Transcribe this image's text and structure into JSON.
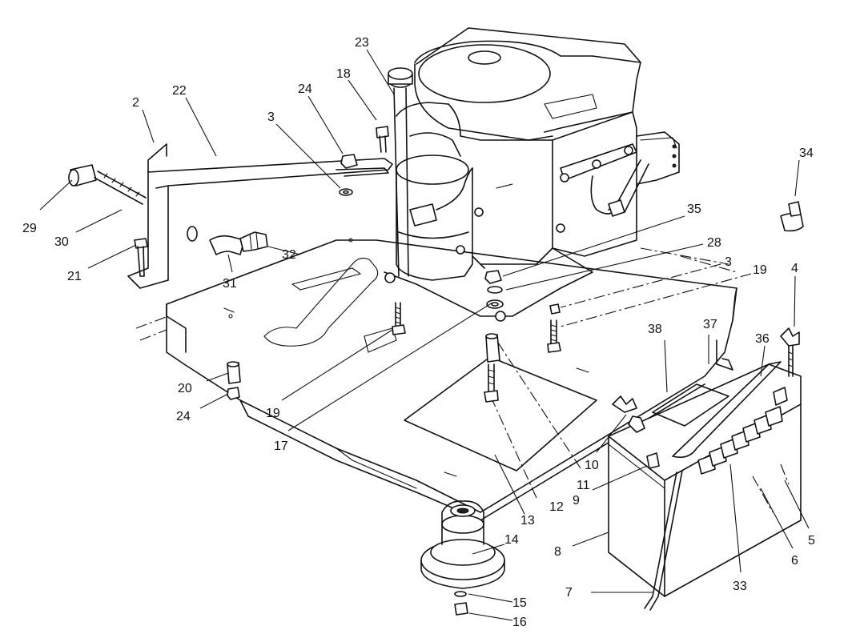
{
  "callouts": [
    {
      "id": "c2",
      "label": "2"
    },
    {
      "id": "c22",
      "label": "22"
    },
    {
      "id": "c3a",
      "label": "3"
    },
    {
      "id": "c24a",
      "label": "24"
    },
    {
      "id": "c18",
      "label": "18"
    },
    {
      "id": "c23",
      "label": "23"
    },
    {
      "id": "c34",
      "label": "34"
    },
    {
      "id": "c35",
      "label": "35"
    },
    {
      "id": "c28",
      "label": "28"
    },
    {
      "id": "c3b",
      "label": "3"
    },
    {
      "id": "c19a",
      "label": "19"
    },
    {
      "id": "c4",
      "label": "4"
    },
    {
      "id": "c29",
      "label": "29"
    },
    {
      "id": "c30",
      "label": "30"
    },
    {
      "id": "c21",
      "label": "21"
    },
    {
      "id": "c32",
      "label": "32"
    },
    {
      "id": "c31",
      "label": "31"
    },
    {
      "id": "c38",
      "label": "38"
    },
    {
      "id": "c37",
      "label": "37"
    },
    {
      "id": "c36",
      "label": "36"
    },
    {
      "id": "c20",
      "label": "20"
    },
    {
      "id": "c24b",
      "label": "24"
    },
    {
      "id": "c19b",
      "label": "19"
    },
    {
      "id": "c17",
      "label": "17"
    },
    {
      "id": "c10",
      "label": "10"
    },
    {
      "id": "c11",
      "label": "11"
    },
    {
      "id": "c9",
      "label": "9"
    },
    {
      "id": "c12",
      "label": "12"
    },
    {
      "id": "c13",
      "label": "13"
    },
    {
      "id": "c14",
      "label": "14"
    },
    {
      "id": "c8",
      "label": "8"
    },
    {
      "id": "c5",
      "label": "5"
    },
    {
      "id": "c6",
      "label": "6"
    },
    {
      "id": "c33",
      "label": "33"
    },
    {
      "id": "c7",
      "label": "7"
    },
    {
      "id": "c15",
      "label": "15"
    },
    {
      "id": "c16",
      "label": "16"
    }
  ]
}
